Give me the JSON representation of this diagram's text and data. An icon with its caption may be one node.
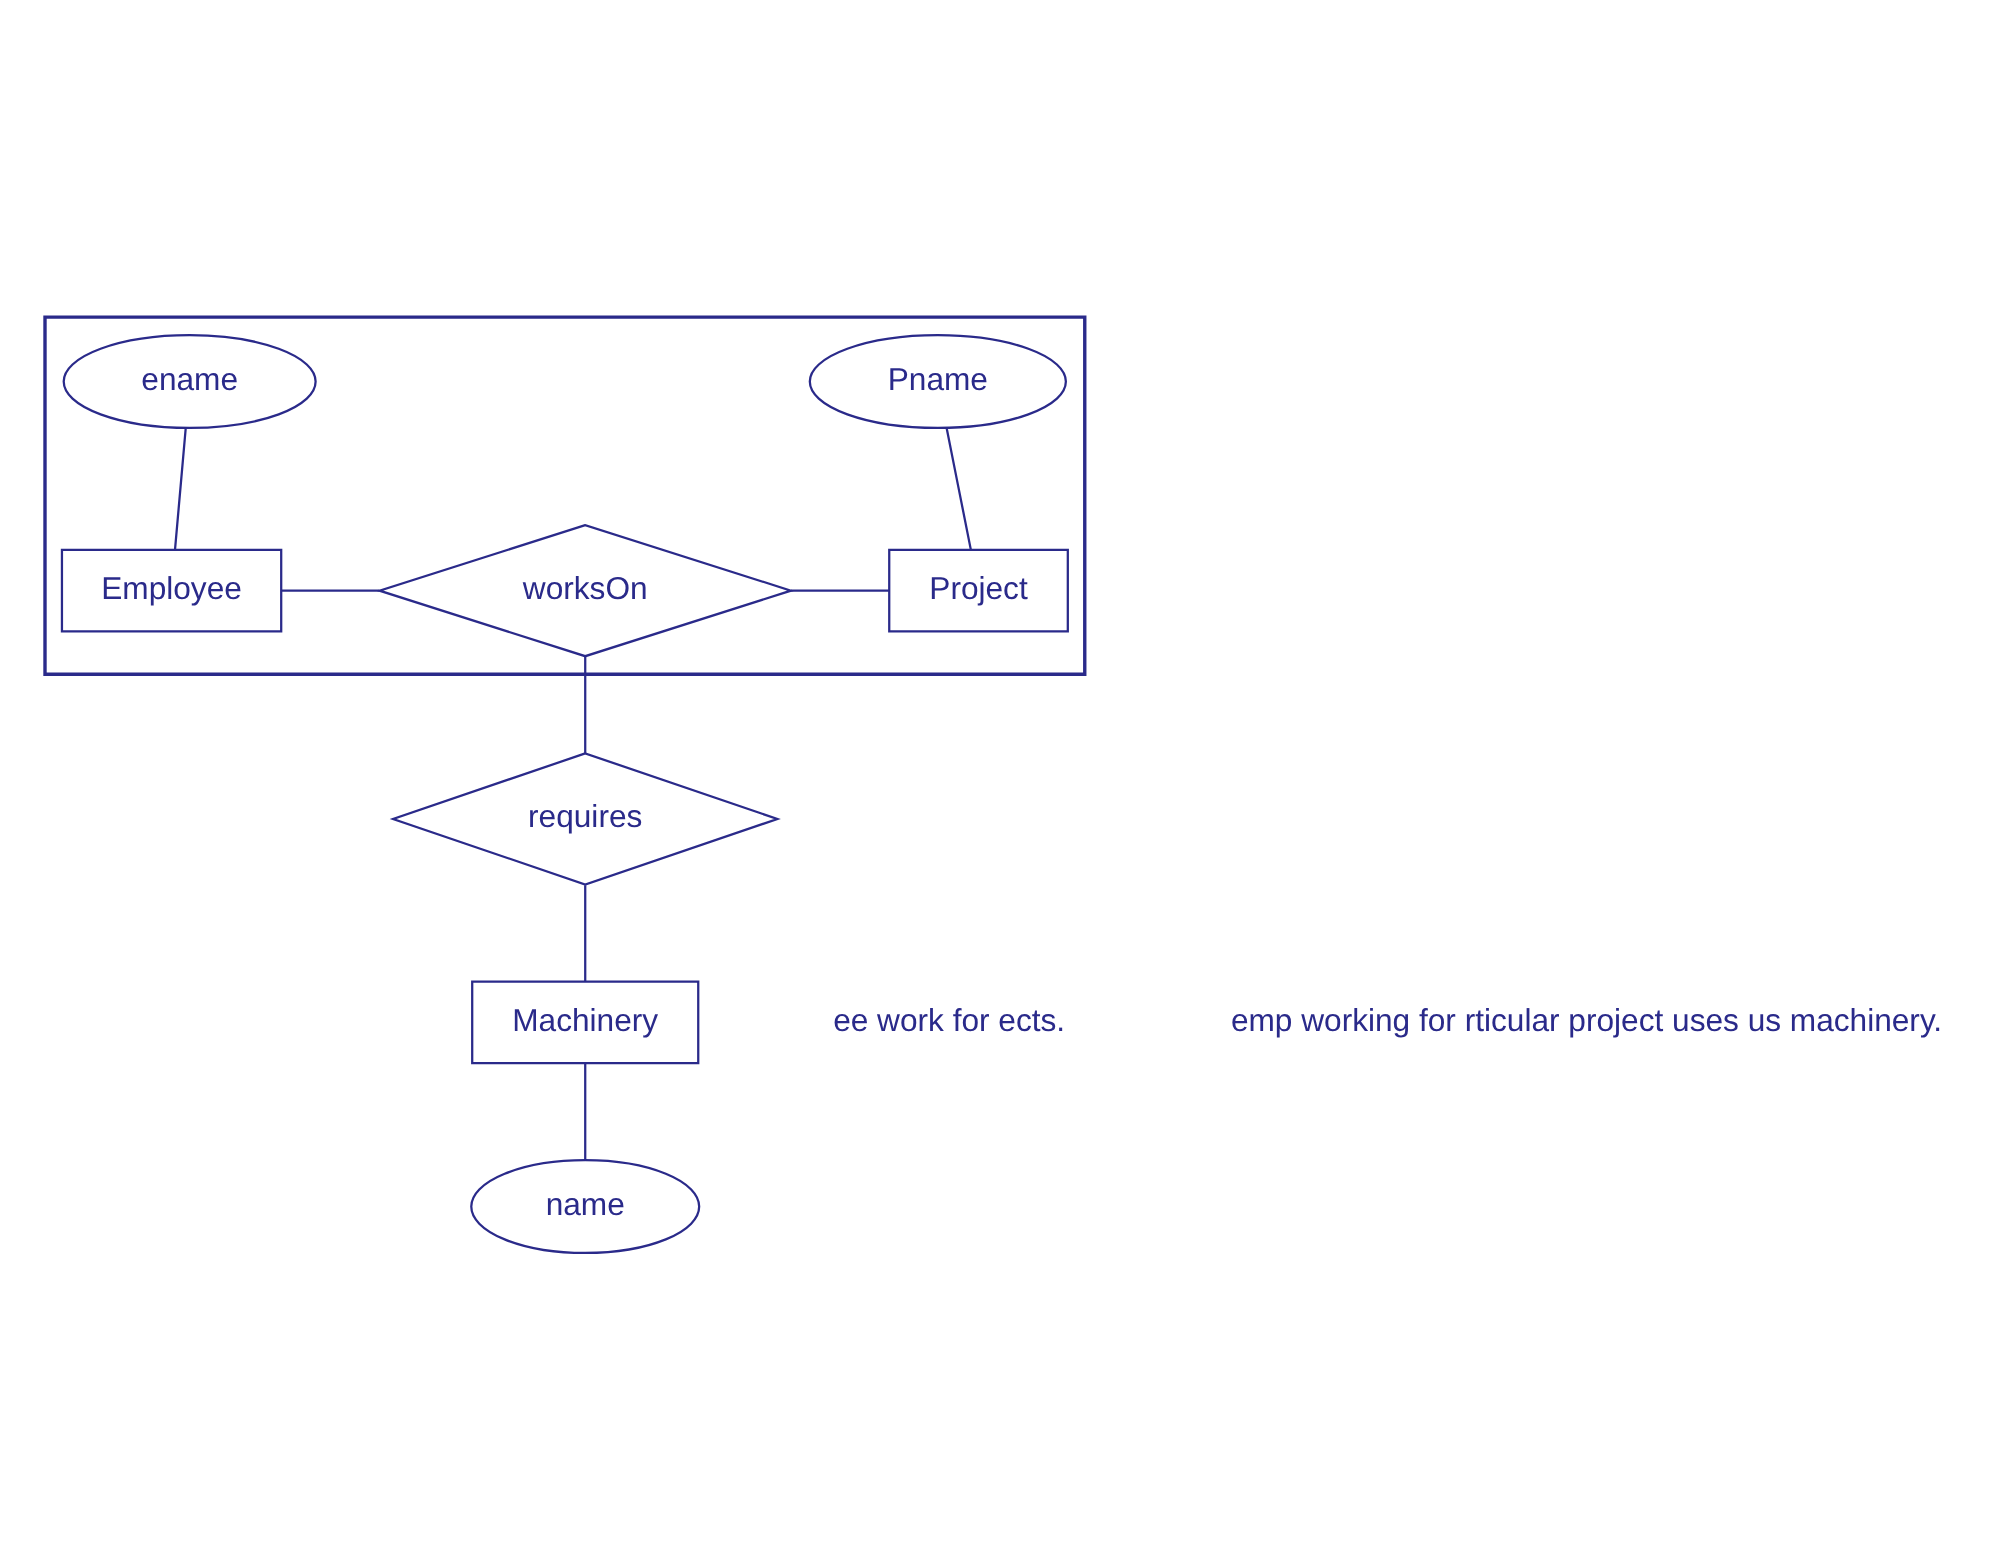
{
  "diagram": {
    "nodes": [
      {
        "text": [],
        "shape": "box"
      },
      {
        "text": [
          "ename"
        ],
        "in": 0
      },
      {
        "text": [
          "Pname"
        ],
        "in": 0
      },
      {
        "text": [
          "Employee"
        ],
        "in": 0
      },
      {
        "text": [
          "worksOn"
        ],
        "in": 0
      },
      {
        "text": [
          "Project"
        ],
        "in": 0
      },
      {
        "text": [
          "requires"
        ]
      },
      {
        "text": [
          "Machinery"
        ]
      },
      {
        "text": [
          "name"
        ]
      }
    ],
    "edges": [
      {
        "from": 1,
        "to": 3,
        "arrow": "none"
      },
      {
        "from": 2,
        "to": 5,
        "arrow": "none"
      },
      {
        "from": 3,
        "to": 4,
        "arrow": "none"
      },
      {
        "from": 4,
        "to": 5,
        "arrow": "none"
      },
      {
        "from": 4,
        "to": 6,
        "arrow": "none"
      },
      {
        "from": 6,
        "to": 7,
        "arrow": "none"
      },
      {
        "from": 7,
        "to": 8,
        "arrow": "none"
      }
    ],
    "labels": [
      "ee work for ects.",
      "emp working for rticular project uses us machinery."
    ]
  }
}
